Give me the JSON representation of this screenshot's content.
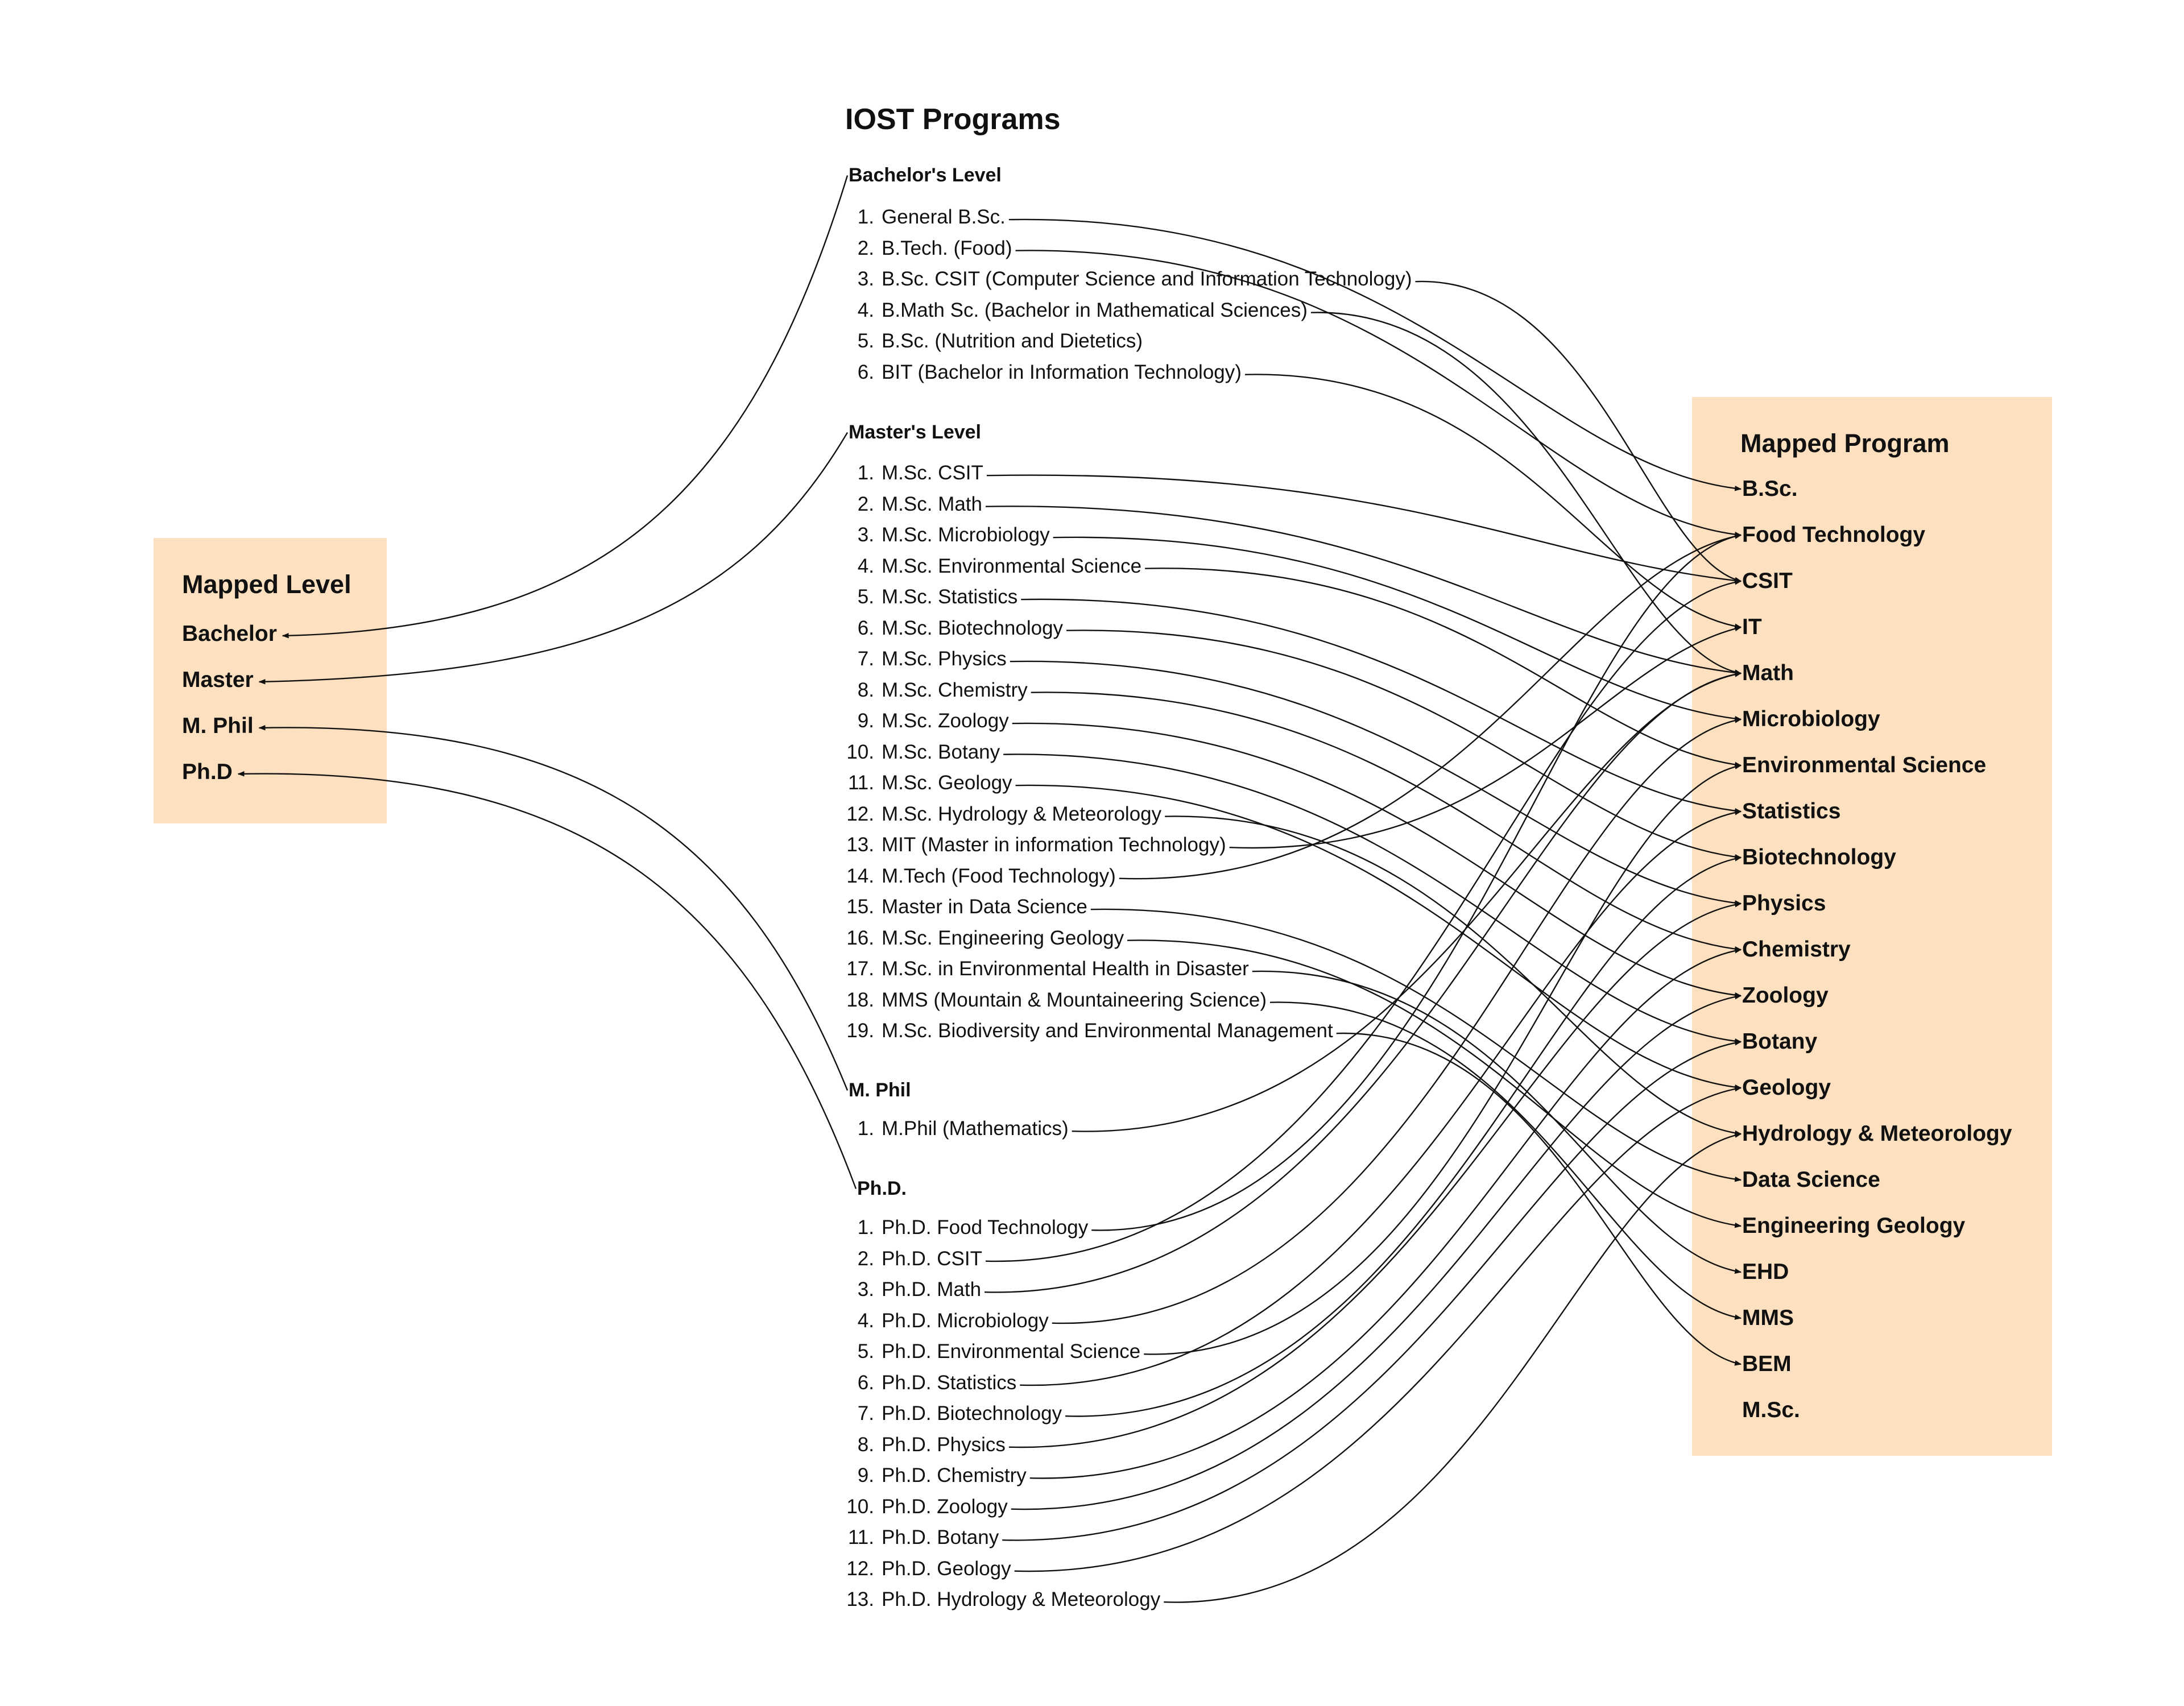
{
  "title": "IOST Programs",
  "mapped_level": {
    "title": "Mapped Level",
    "items": [
      "Bachelor",
      "Master",
      "M. Phil",
      "Ph.D"
    ]
  },
  "mapped_program": {
    "title": "Mapped Program",
    "items": [
      "B.Sc.",
      "Food Technology",
      "CSIT",
      "IT",
      "Math",
      "Microbiology",
      "Environmental Science",
      "Statistics",
      "Biotechnology",
      "Physics",
      "Chemistry",
      "Zoology",
      "Botany",
      "Geology",
      "Hydrology & Meteorology",
      "Data Science",
      "Engineering Geology",
      "EHD",
      "MMS",
      "BEM",
      "M.Sc."
    ]
  },
  "sections": [
    {
      "heading": "Bachelor's Level",
      "level": 0,
      "items": [
        {
          "num": "1.",
          "text": "General B.Sc.",
          "program": 0
        },
        {
          "num": "2.",
          "text": "B.Tech. (Food)",
          "program": 1
        },
        {
          "num": "3.",
          "text": "B.Sc. CSIT (Computer Science and Information Technology)",
          "program": 2
        },
        {
          "num": "4.",
          "text": "B.Math Sc. (Bachelor in Mathematical Sciences)",
          "program": 4
        },
        {
          "num": "5.",
          "text": "B.Sc. (Nutrition and Dietetics)",
          "program": null
        },
        {
          "num": "6.",
          "text": "BIT (Bachelor in Information Technology)",
          "program": 3
        }
      ]
    },
    {
      "heading": "Master's Level",
      "level": 1,
      "items": [
        {
          "num": "1.",
          "text": "M.Sc. CSIT",
          "program": 2
        },
        {
          "num": "2.",
          "text": "M.Sc. Math",
          "program": 4
        },
        {
          "num": "3.",
          "text": "M.Sc. Microbiology",
          "program": 5
        },
        {
          "num": "4.",
          "text": "M.Sc. Environmental Science",
          "program": 6
        },
        {
          "num": "5.",
          "text": "M.Sc. Statistics",
          "program": 7
        },
        {
          "num": "6.",
          "text": "M.Sc. Biotechnology",
          "program": 8
        },
        {
          "num": "7.",
          "text": "M.Sc. Physics",
          "program": 9
        },
        {
          "num": "8.",
          "text": "M.Sc. Chemistry",
          "program": 10
        },
        {
          "num": "9.",
          "text": "M.Sc. Zoology",
          "program": 11
        },
        {
          "num": "10.",
          "text": "M.Sc. Botany",
          "program": 12
        },
        {
          "num": "11.",
          "text": "M.Sc. Geology",
          "program": 13
        },
        {
          "num": "12.",
          "text": "M.Sc. Hydrology & Meteorology",
          "program": 14
        },
        {
          "num": "13.",
          "text": "MIT (Master in information Technology)",
          "program": 3
        },
        {
          "num": "14.",
          "text": "M.Tech (Food Technology)",
          "program": 1
        },
        {
          "num": "15.",
          "text": "Master in Data Science",
          "program": 15
        },
        {
          "num": "16.",
          "text": "M.Sc. Engineering Geology",
          "program": 16
        },
        {
          "num": "17.",
          "text": "M.Sc. in Environmental Health in Disaster",
          "program": 17
        },
        {
          "num": "18.",
          "text": "MMS (Mountain & Mountaineering Science)",
          "program": 18
        },
        {
          "num": "19.",
          "text": "M.Sc. Biodiversity and Environmental Management",
          "program": 19
        }
      ]
    },
    {
      "heading": "M. Phil",
      "level": 2,
      "items": [
        {
          "num": "1.",
          "text": "M.Phil (Mathematics)",
          "program": 4
        }
      ]
    },
    {
      "heading": "Ph.D.",
      "level": 3,
      "items": [
        {
          "num": "1.",
          "text": "Ph.D. Food Technology",
          "program": 1
        },
        {
          "num": "2.",
          "text": "Ph.D. CSIT",
          "program": 2
        },
        {
          "num": "3.",
          "text": "Ph.D. Math",
          "program": 4
        },
        {
          "num": "4.",
          "text": "Ph.D. Microbiology",
          "program": 5
        },
        {
          "num": "5.",
          "text": "Ph.D. Environmental Science",
          "program": 6
        },
        {
          "num": "6.",
          "text": "Ph.D. Statistics",
          "program": 7
        },
        {
          "num": "7.",
          "text": "Ph.D. Biotechnology",
          "program": 8
        },
        {
          "num": "8.",
          "text": "Ph.D. Physics",
          "program": 9
        },
        {
          "num": "9.",
          "text": "Ph.D. Chemistry",
          "program": 10
        },
        {
          "num": "10.",
          "text": "Ph.D. Zoology",
          "program": 11
        },
        {
          "num": "11.",
          "text": "Ph.D. Botany",
          "program": 12
        },
        {
          "num": "12.",
          "text": "Ph.D. Geology",
          "program": 13
        },
        {
          "num": "13.",
          "text": "Ph.D. Hydrology & Meteorology",
          "program": 14
        }
      ]
    }
  ],
  "colors": {
    "box_fill": "#fde0bf",
    "line": "#111111",
    "text": "#111111"
  }
}
